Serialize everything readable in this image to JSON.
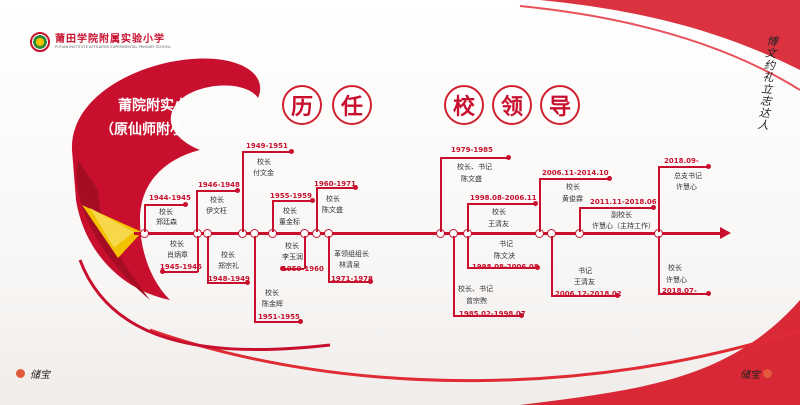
{
  "school": {
    "name_cn": "莆田学院附属实验小学",
    "name_en": "PUTIAN INSTITUTE AFFILIATED EXPERIMENTAL PRIMARY SCHOOL"
  },
  "banner": {
    "line1": "莆院附实小",
    "line2": "（原仙师附小）"
  },
  "heading": {
    "left": [
      "历",
      "任"
    ],
    "right": [
      "校",
      "领",
      "导"
    ]
  },
  "motto": "博文约礼立志达人",
  "footer": {
    "left": "储宝",
    "right": "储宝"
  },
  "colors": {
    "primary": "#c8102e",
    "accent": "#f2c200",
    "text": "#333333"
  },
  "entries": [
    {
      "years": "1944-1945",
      "role": "校长",
      "name": "郑廷森"
    },
    {
      "years": "1945-1946",
      "role": "校长",
      "name": "肖炳章"
    },
    {
      "years": "1946-1948",
      "role": "校长",
      "name": "伊文枉"
    },
    {
      "years": "1948-1949",
      "role": "校长",
      "name": "郑宗礼"
    },
    {
      "years": "1949-1951",
      "role": "校长",
      "name": "付文金"
    },
    {
      "years": "1951-1955",
      "role": "校长",
      "name": "陈金辉"
    },
    {
      "years": "1955-1959",
      "role": "校长",
      "name": "董金标"
    },
    {
      "years": "1959-1960",
      "role": "校长",
      "name": "李玉润"
    },
    {
      "years": "1960-1971",
      "role": "校长",
      "name": "陈文盛"
    },
    {
      "years": "1971-1978",
      "role": "革领组组长",
      "name": "林清泉"
    },
    {
      "years": "1979-1985",
      "role": "校长、书记",
      "name": "陈文盛"
    },
    {
      "years": "1985.02-1998.07",
      "role": "校长、书记",
      "name": "曾宗煦"
    },
    {
      "years": "1998.08-2006.11",
      "role": "校长",
      "name": "王清友"
    },
    {
      "years": "1998.08-2006.08",
      "role": "书记",
      "name": "陈文泱"
    },
    {
      "years": "2006.11-2014.10",
      "role": "校长",
      "name": "黄俊霖"
    },
    {
      "years": "2006.12-2018.02",
      "role": "书记",
      "name": "王清友"
    },
    {
      "years": "2011.11-2018.06",
      "role": "副校长",
      "name": "许慧心（主持工作）"
    },
    {
      "years": "2018.09-",
      "role": "总支书记",
      "name": "许慧心"
    },
    {
      "years": "2018.07-",
      "role": "校长",
      "name": "许慧心"
    }
  ]
}
